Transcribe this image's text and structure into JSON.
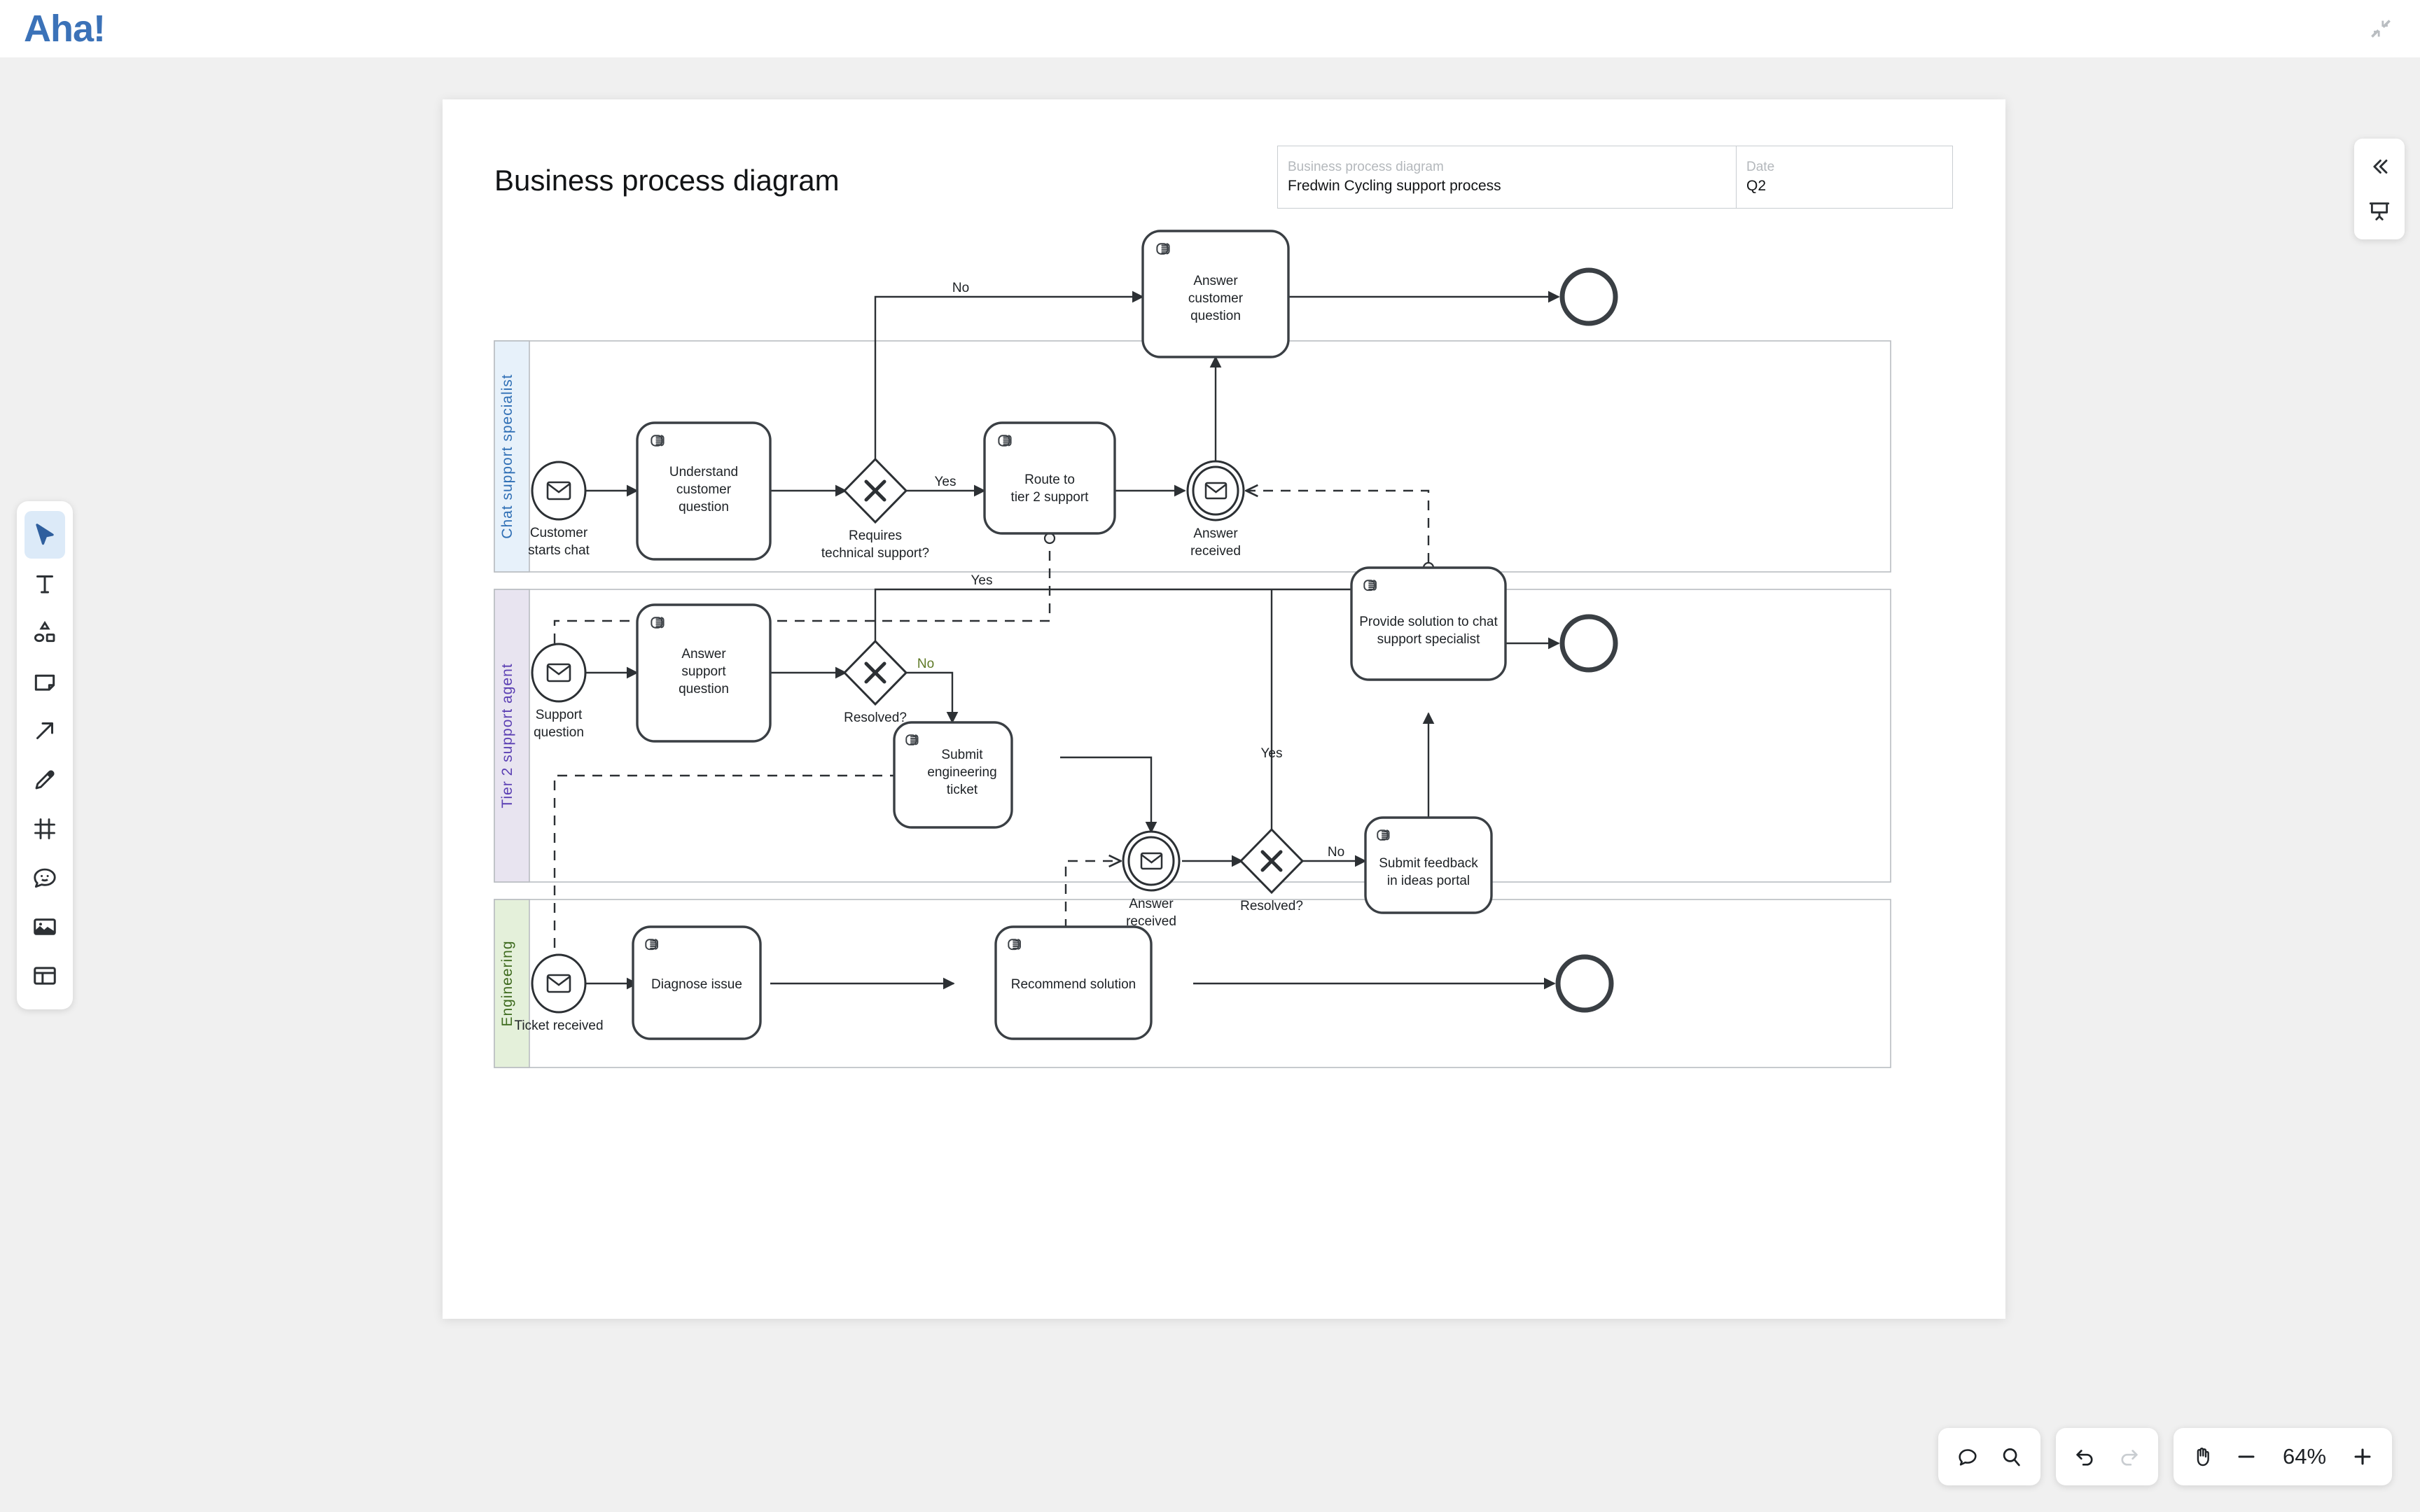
{
  "app": {
    "logo": "Aha!",
    "collapse_icon": "collapse-arrows-icon"
  },
  "left_toolbar": {
    "tools": [
      {
        "name": "select-tool",
        "icon": "cursor-icon",
        "active": true
      },
      {
        "name": "text-tool",
        "icon": "text-icon",
        "active": false
      },
      {
        "name": "shapes-tool",
        "icon": "shapes-icon",
        "active": false
      },
      {
        "name": "note-tool",
        "icon": "sticky-note-icon",
        "active": false
      },
      {
        "name": "arrow-tool",
        "icon": "arrow-icon",
        "active": false
      },
      {
        "name": "pen-tool",
        "icon": "pencil-icon",
        "active": false
      },
      {
        "name": "frame-tool",
        "icon": "frame-icon",
        "active": false
      },
      {
        "name": "sticker-tool",
        "icon": "emoji-icon",
        "active": false
      },
      {
        "name": "image-tool",
        "icon": "image-icon",
        "active": false
      },
      {
        "name": "template-tool",
        "icon": "layout-icon",
        "active": false
      }
    ]
  },
  "right_panel": {
    "buttons": [
      {
        "name": "collapse-panel-button",
        "icon": "chevron-double-left-icon"
      },
      {
        "name": "present-button",
        "icon": "presentation-icon"
      }
    ]
  },
  "bottom_toolbar": {
    "comment_icon": "comment-icon",
    "search_icon": "search-icon",
    "undo_icon": "undo-icon",
    "redo_icon": "redo-icon",
    "pan_icon": "hand-icon",
    "zoom_out_icon": "minus-icon",
    "zoom_in_icon": "plus-icon",
    "zoom_level": "64%"
  },
  "canvas": {
    "title": "Business process diagram",
    "meta": {
      "left_label": "Business process diagram",
      "left_value": "Fredwin Cycling support process",
      "right_label": "Date",
      "right_value": "Q2"
    }
  },
  "diagram": {
    "type": "bpmn-swimlane",
    "lanes": [
      {
        "id": "lane-chat",
        "label": "Chat support specialist",
        "fill": "#e7f1fa",
        "text_color": "#2f6fb5"
      },
      {
        "id": "lane-tier2",
        "label": "Tier 2 support agent",
        "fill": "#e8e4f0",
        "text_color": "#5b3fb3"
      },
      {
        "id": "lane-eng",
        "label": "Engineering",
        "fill": "#e4f0da",
        "text_color": "#3e6b1f"
      }
    ],
    "nodes": [
      {
        "id": "n1",
        "lane": "lane-chat",
        "shape": "start-message-event",
        "label": "Customer\nstarts chat"
      },
      {
        "id": "n2",
        "lane": "lane-chat",
        "shape": "manual-task",
        "label": "Understand\ncustomer\nquestion"
      },
      {
        "id": "n3",
        "lane": "lane-chat",
        "shape": "exclusive-gateway",
        "label": "Requires\ntechnical support?"
      },
      {
        "id": "n4",
        "lane": "lane-chat",
        "shape": "manual-task",
        "label": "Answer\ncustomer\nquestion"
      },
      {
        "id": "n5",
        "lane": "lane-chat",
        "shape": "manual-task",
        "label": "Route to\ntier 2 support"
      },
      {
        "id": "n6",
        "lane": "lane-chat",
        "shape": "intermediate-message-event",
        "label": "Answer\nreceived"
      },
      {
        "id": "n7",
        "lane": "lane-chat",
        "shape": "end-event",
        "label": ""
      },
      {
        "id": "n8",
        "lane": "lane-tier2",
        "shape": "start-message-event",
        "label": "Support\nquestion"
      },
      {
        "id": "n9",
        "lane": "lane-tier2",
        "shape": "manual-task",
        "label": "Answer\nsupport\nquestion"
      },
      {
        "id": "n10",
        "lane": "lane-tier2",
        "shape": "exclusive-gateway",
        "label": "Resolved?"
      },
      {
        "id": "n11",
        "lane": "lane-tier2",
        "shape": "manual-task",
        "label": "Submit\nengineering\nticket"
      },
      {
        "id": "n12",
        "lane": "lane-tier2",
        "shape": "intermediate-message-event",
        "label": "Answer\nreceived"
      },
      {
        "id": "n13",
        "lane": "lane-tier2",
        "shape": "exclusive-gateway",
        "label": "Resolved?"
      },
      {
        "id": "n14",
        "lane": "lane-tier2",
        "shape": "manual-task",
        "label": "Submit feedback\nin ideas portal"
      },
      {
        "id": "n15",
        "lane": "lane-tier2",
        "shape": "manual-task",
        "label": "Provide solution to chat\nsupport specialist"
      },
      {
        "id": "n16",
        "lane": "lane-tier2",
        "shape": "end-event",
        "label": ""
      },
      {
        "id": "n17",
        "lane": "lane-eng",
        "shape": "start-message-event",
        "label": "Ticket received"
      },
      {
        "id": "n18",
        "lane": "lane-eng",
        "shape": "manual-task",
        "label": "Diagnose issue"
      },
      {
        "id": "n19",
        "lane": "lane-eng",
        "shape": "manual-task",
        "label": "Recommend solution"
      },
      {
        "id": "n20",
        "lane": "lane-eng",
        "shape": "end-event",
        "label": ""
      }
    ],
    "edge_labels": [
      {
        "id": "e-no-1",
        "text": "No",
        "color": "#1d2125"
      },
      {
        "id": "e-yes-1",
        "text": "Yes",
        "color": "#1d2125"
      },
      {
        "id": "e-yes-2",
        "text": "Yes",
        "color": "#1d2125"
      },
      {
        "id": "e-no-2",
        "text": "No",
        "color": "#5f7a27"
      },
      {
        "id": "e-yes-3",
        "text": "Yes",
        "color": "#1d2125"
      },
      {
        "id": "e-no-3",
        "text": "No",
        "color": "#1d2125"
      }
    ]
  }
}
